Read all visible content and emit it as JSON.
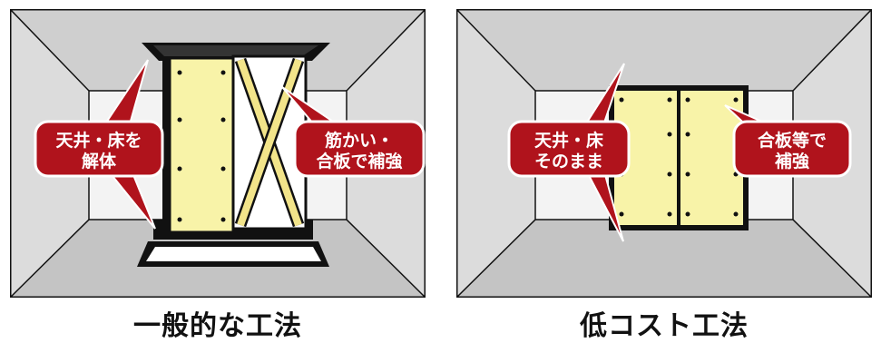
{
  "colors": {
    "wall": "#dcdcdc",
    "ceiling": "#cfcfcf",
    "back_wall": "#f3f3f3",
    "floor": "#c4c4c4",
    "plywood": "#f8f3a8",
    "brace": "#f2e48a",
    "callout": "#b0131c",
    "outline": "#111111"
  },
  "left_panel": {
    "caption": "一般的な工法",
    "callout_left": {
      "line1": "天井・床を",
      "line2": "解体"
    },
    "callout_right": {
      "line1": "筋かい・",
      "line2": "合板で補強"
    }
  },
  "right_panel": {
    "caption": "低コスト工法",
    "callout_left": {
      "line1": "天井・床",
      "line2": "そのまま"
    },
    "callout_right": {
      "line1": "合板等で",
      "line2": "補強"
    }
  }
}
